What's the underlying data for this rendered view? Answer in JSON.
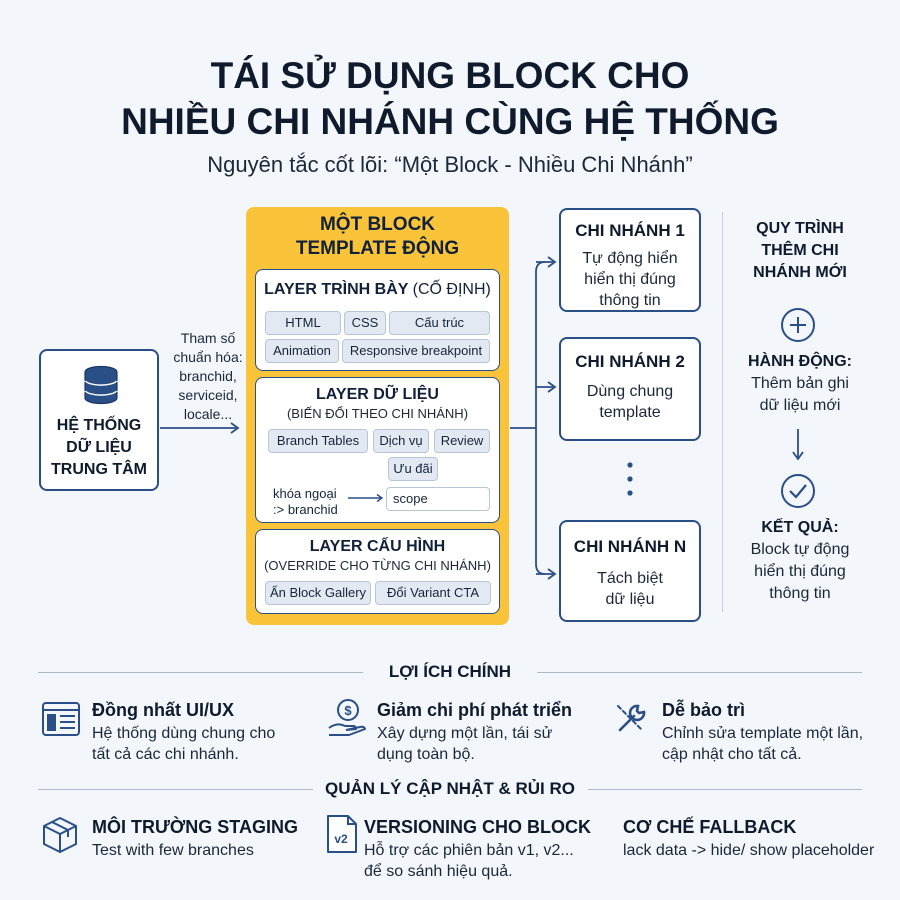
{
  "title_line1": "TÁI SỬ DỤNG BLOCK CHO",
  "title_line2": "NHIỀU CHI NHÁNH CÙNG HỆ THỐNG",
  "subtitle": "Nguyên tắc cốt lõi: “Một Block - Nhiều Chi Nhánh”",
  "source": {
    "line1": "HỆ THỐNG",
    "line2": "DỮ LIỆU",
    "line3": "TRUNG TÂM",
    "icon": "database-icon"
  },
  "params": {
    "line1": "Tham số",
    "line2": "chuẩn hóa:",
    "line3": "branchid,",
    "line4": "serviceid,",
    "line5": "locale..."
  },
  "template": {
    "title_line1": "MỘT BLOCK",
    "title_line2": "TEMPLATE ĐỘNG",
    "color": "#f9c33a"
  },
  "layer_presentation": {
    "title": "LAYER TRÌNH BÀY",
    "title_suffix": "(CỐ ĐỊNH)",
    "chips": [
      "HTML",
      "CSS",
      "Cấu trúc",
      "Animation",
      "Responsive breakpoint"
    ]
  },
  "layer_data": {
    "title": "LAYER DỮ LIỆU",
    "subtitle": "(BIẾN ĐỔI THEO CHI NHÁNH)",
    "chips": [
      "Branch Tables",
      "Dịch vụ",
      "Review",
      "Ưu đãi"
    ],
    "fk_line1": "khóa ngoại",
    "fk_line2": ":> branchid",
    "scope": "scope"
  },
  "layer_config": {
    "title": "LAYER CẤU HÌNH",
    "subtitle": "(OVERRIDE CHO TỪNG CHI NHÁNH)",
    "chips": [
      "Ẩn Block Gallery",
      "Đổi Variant CTA"
    ]
  },
  "branches": {
    "b1": {
      "title": "CHI NHÁNH 1",
      "line1": "Tự động hiển",
      "line2": "hiển thị đúng",
      "line3": "thông tin"
    },
    "b2": {
      "title": "CHI NHÁNH 2",
      "line1": "Dùng chung",
      "line2": "template"
    },
    "bn": {
      "title": "CHI NHÁNH N",
      "line1": "Tách biệt",
      "line2": "dữ liệu"
    }
  },
  "process": {
    "title_line1": "QUY TRÌNH",
    "title_line2": "THÊM CHI",
    "title_line3": "NHÁNH MỚI",
    "action_label": "HÀNH ĐỘNG:",
    "action_line1": "Thêm bản ghi",
    "action_line2": "dữ liệu mới",
    "result_label": "KẾT QUẢ:",
    "result_line1": "Block tự động",
    "result_line2": "hiển thị đúng",
    "result_line3": "thông tin"
  },
  "benefits": {
    "heading": "LỢI ÍCH CHÍNH",
    "items": [
      {
        "icon": "layout-icon",
        "title": "Đồng nhất UI/UX",
        "line1": "Hệ thống dùng chung cho",
        "line2": "tất cả các chi nhánh."
      },
      {
        "icon": "money-hand-icon",
        "title": "Giảm chi phí phát triển",
        "line1": "Xây dựng một lần, tái sử",
        "line2": "dụng toàn bộ."
      },
      {
        "icon": "wrench-icon",
        "title": "Dễ bảo trì",
        "line1": "Chỉnh sửa template một lần,",
        "line2": "cập nhật cho tất cả."
      }
    ]
  },
  "risk": {
    "heading": "QUẢN LÝ CẬP NHẬT & RỦI RO",
    "items": [
      {
        "icon": "box-icon",
        "title": "MÔI TRƯỜNG STAGING",
        "line1": "Test with few branches",
        "line2": ""
      },
      {
        "icon": "version-icon",
        "icon_text": "v2",
        "title": "VERSIONING CHO BLOCK",
        "line1": "Hỗ trợ các phiên bản v1, v2...",
        "line2": "để so sánh hiệu quả."
      },
      {
        "icon": "",
        "title": "CƠ CHẾ FALLBACK",
        "line1": "lack data -> hide/ show placeholder",
        "line2": ""
      }
    ]
  },
  "colors": {
    "accent": "#f9c33a",
    "navy": "#2a4f86",
    "text": "#0f1b2d",
    "background": "#f3f6fb"
  }
}
